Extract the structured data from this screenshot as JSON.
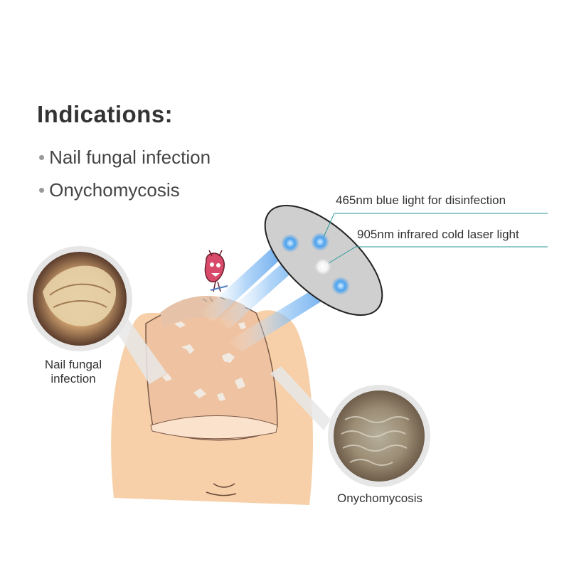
{
  "heading": "Indications:",
  "bullets": [
    "Nail fungal infection",
    "Onychomycosis"
  ],
  "callouts": {
    "blue_light": "465nm blue light for disinfection",
    "infrared_light": "905nm infrared cold laser light"
  },
  "captions": {
    "nail_fungal": [
      "Nail fungal",
      "infection"
    ],
    "onychomycosis": "Onychomycosis"
  },
  "colors": {
    "skin": "#f7cfa8",
    "nail": "#f2c8a6",
    "blue_beam": "#3a8ee6",
    "callout_line": "#2a9a9a",
    "device": "#cfcfcf"
  }
}
